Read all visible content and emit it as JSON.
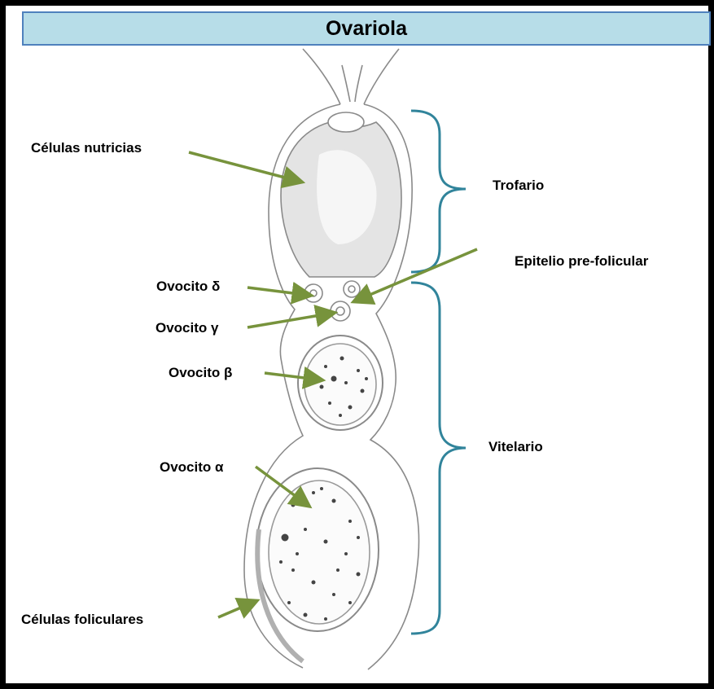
{
  "title": "Ovariola",
  "labels": {
    "nurse_cells": "Células nutricias",
    "trofario": "Trofario",
    "epitelio": "Epitelio pre-folicular",
    "ovocito_delta": "Ovocito δ",
    "ovocito_gamma": "Ovocito γ",
    "ovocito_beta": "Ovocito β",
    "ovocito_alpha": "Ovocito α",
    "vitelario": "Vitelario",
    "foliculares": "Células foliculares"
  },
  "colors": {
    "title_fill": "#b7dde8",
    "title_border": "#4f81bd",
    "arrow": "#77933c",
    "brace": "#31849b",
    "drawing": "#8a8a8a"
  }
}
